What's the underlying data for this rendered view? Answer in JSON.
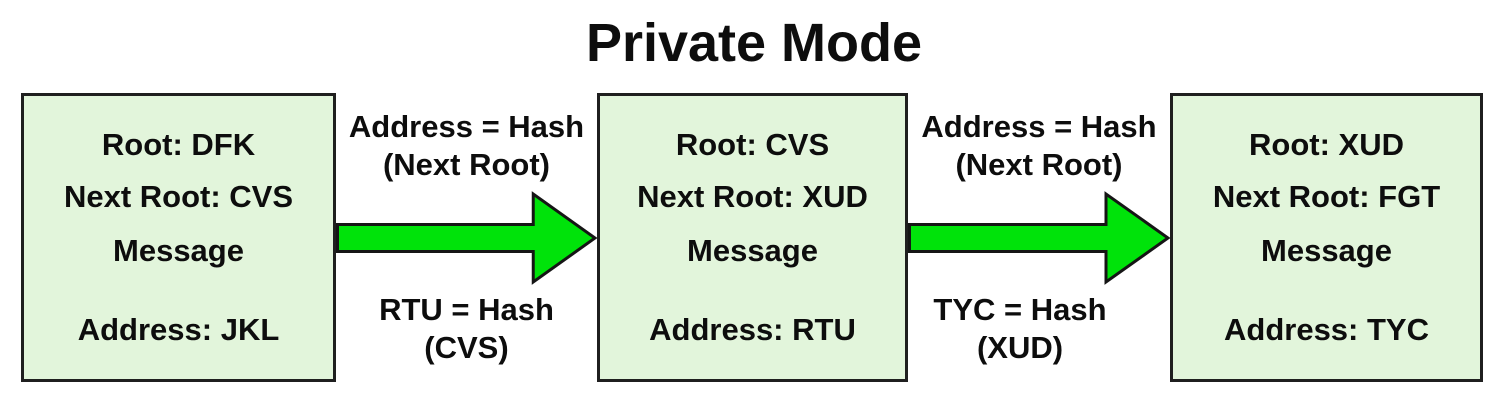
{
  "title": "Private Mode",
  "colors": {
    "background": "#ffffff",
    "text": "#0d0d0d",
    "box_fill": "#e2f5db",
    "box_border": "#1f1f1f",
    "arrow_fill": "#00e30a",
    "arrow_border": "#151515"
  },
  "nodes": [
    {
      "root": "Root: DFK",
      "next_root": "Next Root: CVS",
      "message": "Message",
      "address": "Address: JKL"
    },
    {
      "root": "Root: CVS",
      "next_root": "Next Root: XUD",
      "message": "Message",
      "address": "Address: RTU"
    },
    {
      "root": "Root: XUD",
      "next_root": "Next Root: FGT",
      "message": "Message",
      "address": "Address: TYC"
    }
  ],
  "arrows": [
    {
      "top_label_line1": "Address = Hash",
      "top_label_line2": "(Next Root)",
      "bottom_label_line1": "RTU = Hash",
      "bottom_label_line2": "(CVS)"
    },
    {
      "top_label_line1": "Address = Hash",
      "top_label_line2": "(Next Root)",
      "bottom_label_line1": "TYC = Hash",
      "bottom_label_line2": "(XUD)"
    }
  ]
}
